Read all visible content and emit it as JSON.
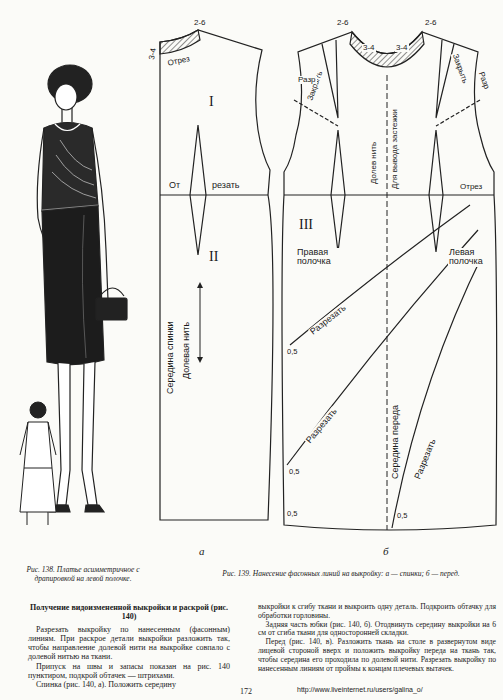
{
  "diagram": {
    "title": "Получение видоизмененной выкройки и раскрой (рис. 140)",
    "caption": "Рис. 139. Нанесение фасонных линий на выкройку: а — спинки; б — перед.",
    "labels": [
      "2-6",
      "3-4",
      "Отрез",
      "I",
      "От",
      "резать",
      "II",
      "Середина спинки",
      "Долевая нить",
      "2-6",
      "3-4",
      "3-4",
      "2-6",
      "Закрыть",
      "Разр",
      "Закрыть",
      "Разр",
      "Долев нить",
      "Для вывода застежки",
      "Отрез",
      "III",
      "Правая полочка",
      "Левая полочка",
      "Разрезать",
      "Разрезать",
      "Середина переда",
      "Разрезать",
      "0,5",
      "0,5",
      "0,5",
      "0,5",
      "а",
      "б",
      "Рис. 138. Платье асимметричное с драпировкой на левой полочке.",
      "Разрезать выкройку по нанесенным (фасонным) линиям. При раскрое детали выкройки разложить так, чтобы направление долевой нити на выкройке совпало с долевой нитью на ткани.",
      "Припуск на швы и запасы показан на рис. 140 пунктиром, подкрой обтачек — штрихами.",
      "Спинка (рис. 140, а). Положить середину",
      "выкройки к сгибу ткани и выкроить одну деталь. Подкроить обтачку для обработки горловины.",
      "Задняя часть юбки (рис. 140, б). Отодвинуть середину выкройки на 6 см от сгиба ткани для односторонней складки.",
      "Перед (рис. 140, в). Разложить ткань на столе в развернутом виде лицевой стороной вверх и положить выкройку переда на ткань так, чтобы середина его проходила по долевой нити. Разрезать выкройку по нанесенным линиям от проймы к концам плечевых вытачек.",
      "172",
      "http://www.liveinternet.ru/users/galina_o/"
    ]
  }
}
